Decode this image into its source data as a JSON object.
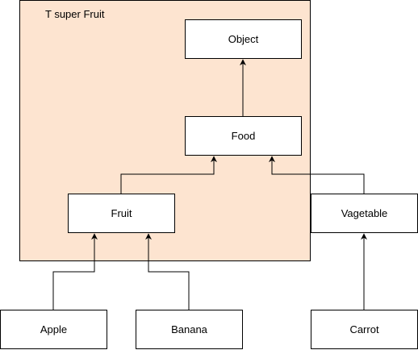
{
  "diagram": {
    "region": {
      "label": "T super Fruit",
      "fill": "#fde4d0"
    },
    "nodes": {
      "object": {
        "label": "Object"
      },
      "food": {
        "label": "Food"
      },
      "fruit": {
        "label": "Fruit"
      },
      "vegetable": {
        "label": "Vagetable"
      },
      "apple": {
        "label": "Apple"
      },
      "banana": {
        "label": "Banana"
      },
      "carrot": {
        "label": "Carrot"
      }
    },
    "edges": [
      {
        "from": "food",
        "to": "object"
      },
      {
        "from": "fruit",
        "to": "food"
      },
      {
        "from": "vegetable",
        "to": "food"
      },
      {
        "from": "apple",
        "to": "fruit"
      },
      {
        "from": "banana",
        "to": "fruit"
      },
      {
        "from": "carrot",
        "to": "vegetable"
      }
    ]
  }
}
